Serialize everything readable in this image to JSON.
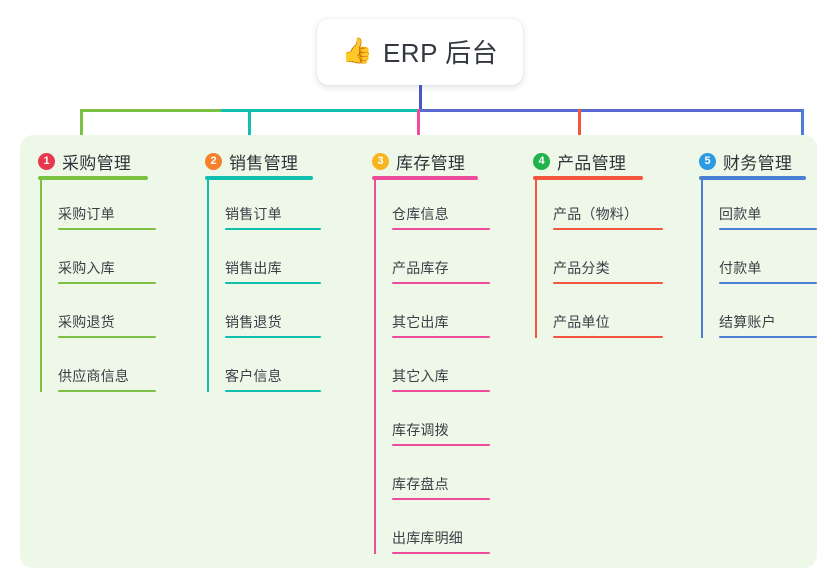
{
  "diagram": {
    "type": "mind-map",
    "root": {
      "icon": "thumbs-up-icon",
      "emoji": "👍",
      "title": "ERP 后台"
    },
    "panel_background": "#eef8e9",
    "branches": [
      {
        "number": "1",
        "title": "采购管理",
        "badge_color": "#e8384f",
        "line_color": "#7cc242",
        "items": [
          "采购订单",
          "采购入库",
          "采购退货",
          "供应商信息"
        ]
      },
      {
        "number": "2",
        "title": "销售管理",
        "badge_color": "#f5812c",
        "line_color": "#11bfae",
        "items": [
          "销售订单",
          "销售出库",
          "销售退货",
          "客户信息"
        ]
      },
      {
        "number": "3",
        "title": "库存管理",
        "badge_color": "#f7b520",
        "line_color": "#ee4d9b",
        "items": [
          "仓库信息",
          "产品库存",
          "其它出库",
          "其它入库",
          "库存调拨",
          "库存盘点",
          "出库库明细"
        ]
      },
      {
        "number": "4",
        "title": "产品管理",
        "badge_color": "#21b24b",
        "line_color": "#f4553e",
        "items": [
          "产品（物料）",
          "产品分类",
          "产品单位"
        ]
      },
      {
        "number": "5",
        "title": "财务管理",
        "badge_color": "#2b9ae0",
        "line_color": "#4a7fd4",
        "items": [
          "回款单",
          "付款单",
          "结算账户"
        ]
      }
    ],
    "trunk": {
      "stem_color": "#4a55c9",
      "bar_segments": [
        {
          "color": "#7cc242",
          "label": "bar-segment-green"
        },
        {
          "color": "#11bfae",
          "label": "bar-segment-teal"
        },
        {
          "color": "#5b6ad0",
          "label": "bar-segment-blue"
        }
      ]
    }
  }
}
